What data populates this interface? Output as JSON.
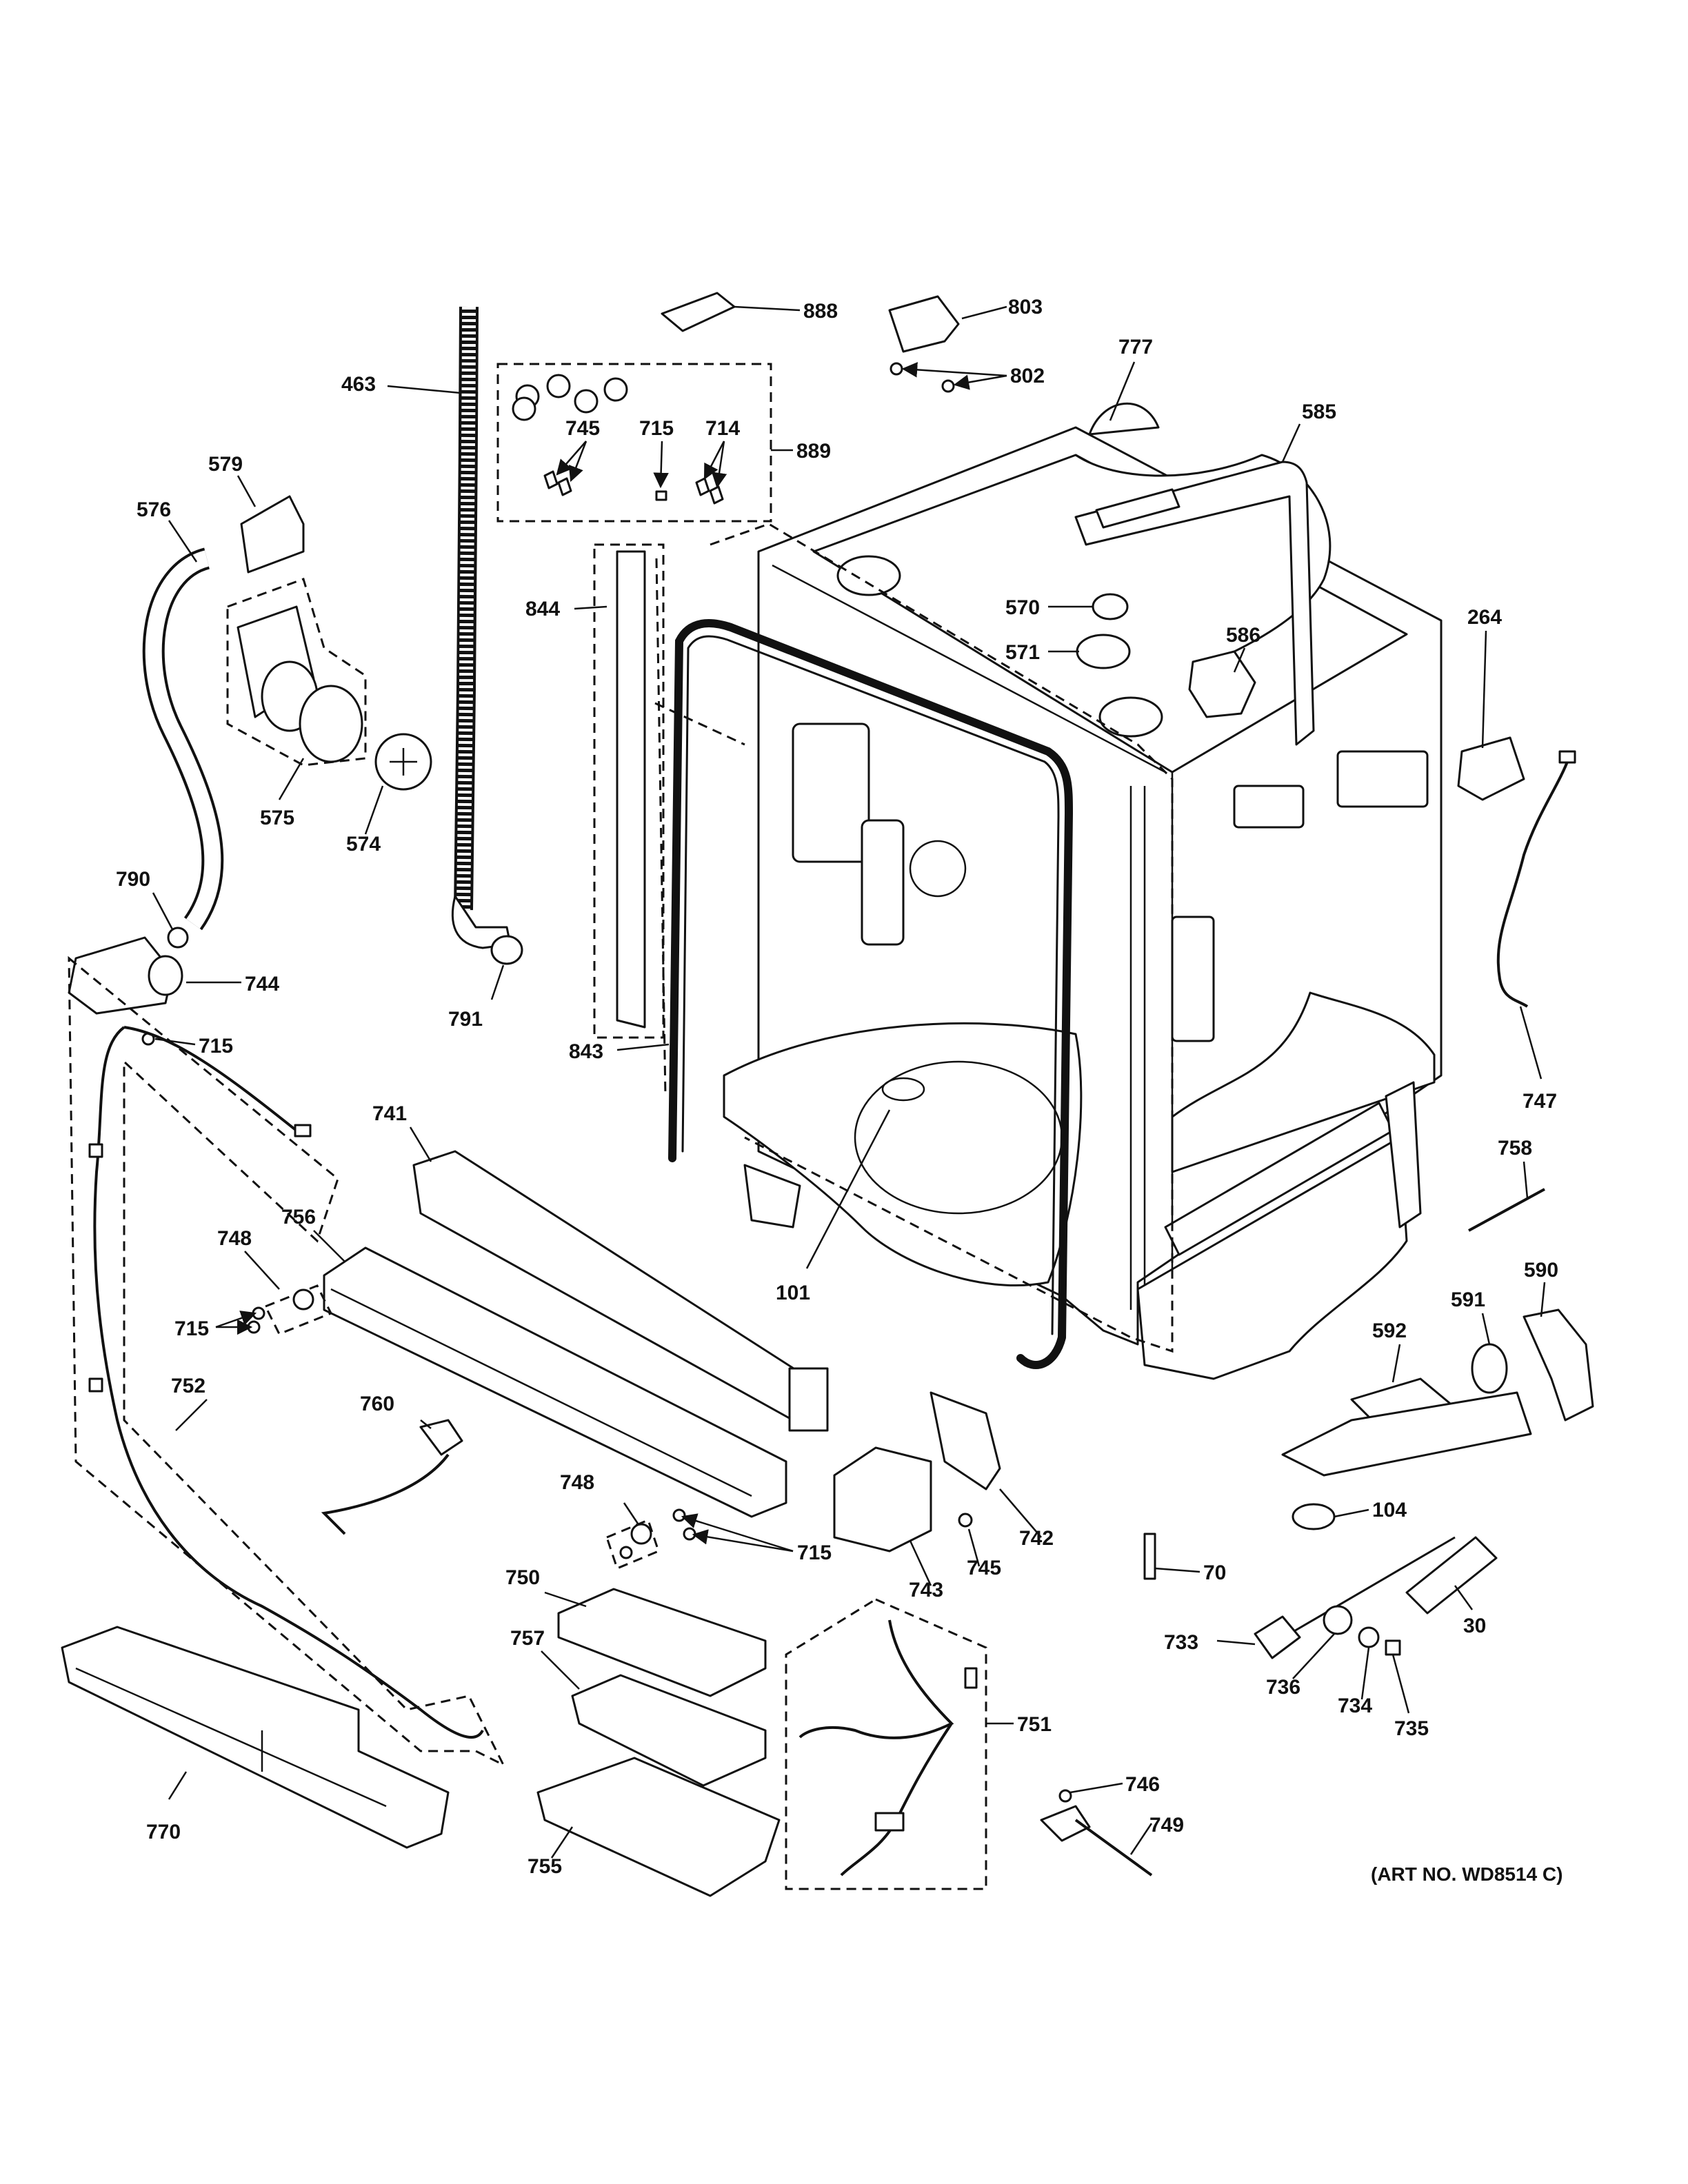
{
  "art_number": "(ART NO. WD8514 C)",
  "callouts": [
    "888",
    "803",
    "802",
    "777",
    "463",
    "889",
    "745",
    "715",
    "714",
    "579",
    "576",
    "585",
    "844",
    "570",
    "571",
    "586",
    "264",
    "575",
    "574",
    "790",
    "744",
    "791",
    "843",
    "101",
    "747",
    "715",
    "741",
    "756",
    "748",
    "715",
    "752",
    "758",
    "590",
    "591",
    "592",
    "760",
    "748",
    "715",
    "742",
    "745",
    "743",
    "750",
    "104",
    "70",
    "733",
    "30",
    "736",
    "734",
    "735",
    "757",
    "751",
    "746",
    "749",
    "770",
    "755"
  ]
}
